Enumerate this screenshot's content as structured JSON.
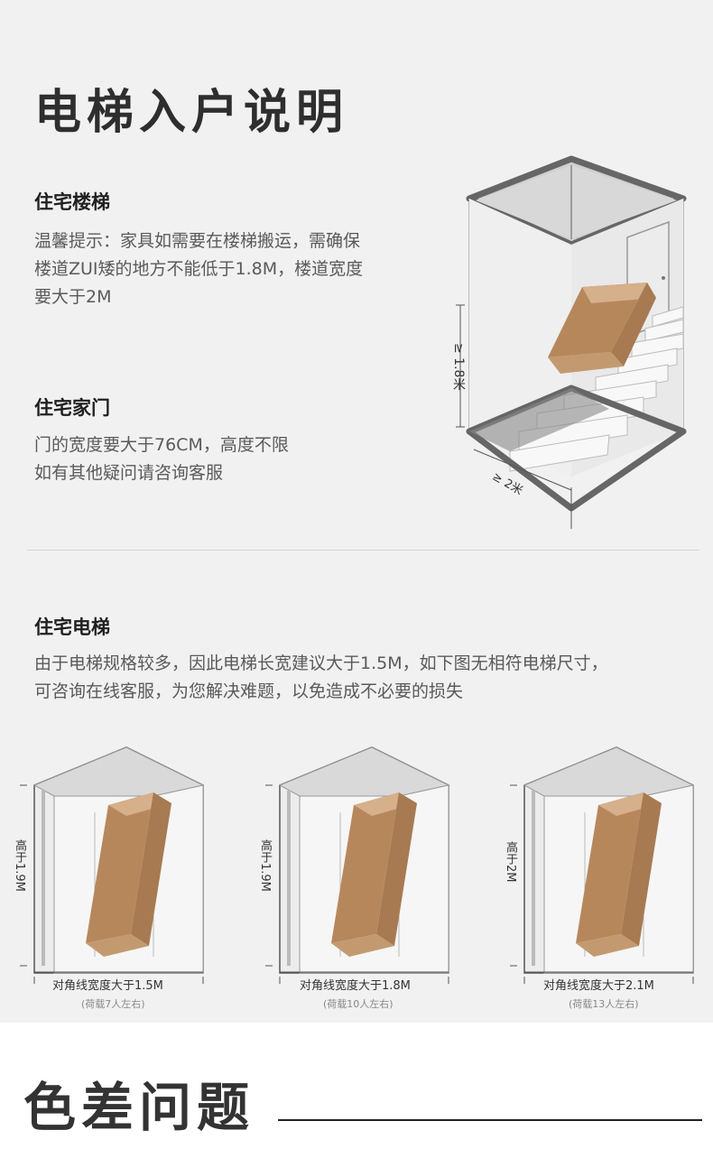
{
  "header": {
    "title": "电梯入户说明"
  },
  "stairs": {
    "title": "住宅楼梯",
    "lines": [
      "温馨提示：家具如需要在楼梯搬运，需确保",
      "楼道ZUI矮的地方不能低于1.8M，楼道宽度",
      "要大于2M"
    ],
    "height_label": "≥ 1.8米",
    "width_label": "≥ 2米"
  },
  "door": {
    "title": "住宅家门",
    "lines": [
      "门的宽度要大于76CM，高度不限",
      "如有其他疑问请咨询客服"
    ]
  },
  "elevator": {
    "title": "住宅电梯",
    "lines": [
      "由于电梯规格较多，因此电梯长宽建议大于1.5M，如下图无相符电梯尺寸，",
      "可咨询在线客服，为您解决难题，以免造成不必要的损失"
    ],
    "items": [
      {
        "height": "高于1.9M",
        "diag": "对角线宽度大于1.5M",
        "load": "(荷载7人左右)"
      },
      {
        "height": "高于1.9M",
        "diag": "对角线宽度大于1.8M",
        "load": "(荷载10人左右)"
      },
      {
        "height": "高于2M",
        "diag": "对角线宽度大于2.1M",
        "load": "(荷载13人左右)"
      }
    ]
  },
  "footer": {
    "title": "色差问题"
  }
}
